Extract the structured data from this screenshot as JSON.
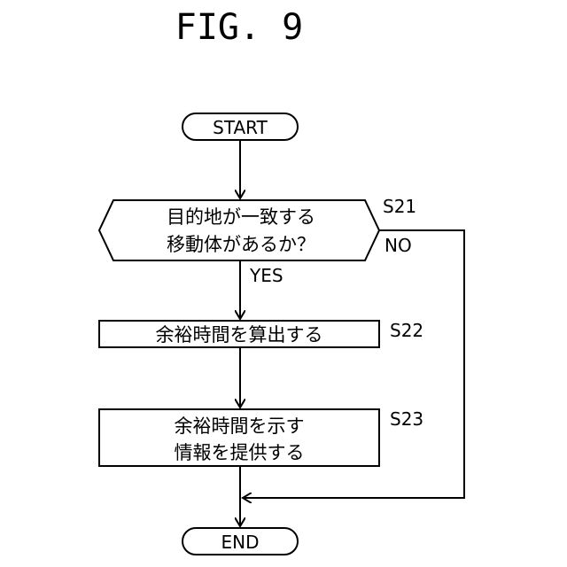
{
  "figure_title": "FIG. 9",
  "start": {
    "label": "START"
  },
  "decision": {
    "step": "S21",
    "line1": "目的地が一致する",
    "line2": "移動体があるか？",
    "yes_label": "YES",
    "no_label": "NO"
  },
  "process1": {
    "step": "S22",
    "text": "余裕時間を算出する"
  },
  "process2": {
    "step": "S23",
    "line1": "余裕時間を示す",
    "line2": "情報を提供する"
  },
  "end": {
    "label": "END"
  }
}
